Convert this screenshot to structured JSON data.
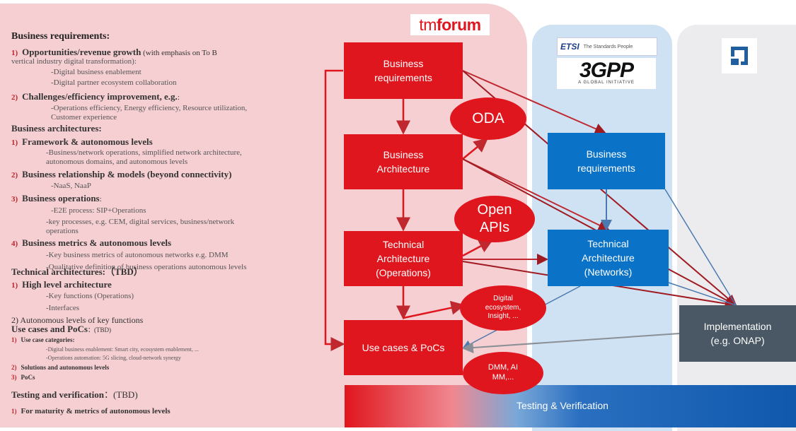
{
  "requirements": {
    "business_requirements": {
      "heading": "Business requirements:",
      "item1_num": "1)",
      "item1_title": "Opportunities/revenue growth",
      "item1_note": " (with emphasis on To B",
      "item1_cont": "vertical industry digital transformation):",
      "item1_sub1": "-Digital business enablement",
      "item1_sub2": "-Digital partner ecosystem collaboration",
      "item2_num": "2)",
      "item2_title": "Challenges/efficiency improvement, e.g.",
      "item2_colon": ":",
      "item2_sub1": "-Operations efficiency, Energy efficiency, Resource utilization,",
      "item2_sub2": "Customer experience"
    },
    "business_architectures": {
      "heading": "Business architectures:",
      "item1_num": "1)",
      "item1_title": "Framework & autonomous levels",
      "item1_sub1": "-Business/network operations, simplified network architecture,",
      "item1_sub2": "autonomous domains, and autonomous levels",
      "item2_num": "2)",
      "item2_title": "Business relationship & models (beyond connectivity)",
      "item2_sub1": "-NaaS, NaaP",
      "item3_num": "3)",
      "item3_title": "Business operations",
      "item3_colon": ":",
      "item3_sub1": "-E2E process: SIP+Operations",
      "item3_sub2": "-key processes, e.g. CEM, digital services, business/network",
      "item3_sub3": "operations",
      "item4_num": "4)",
      "item4_title": "Business metrics & autonomous levels",
      "item4_sub1": "-Key business metrics of autonomous networks e.g. DMM",
      "item4_sub2": "-Qualitative definition of business operations autonomous levels"
    },
    "technical_architectures": {
      "heading": "Technical architectures:（TBD）",
      "item1_num": "1)",
      "item1_title": "High level architecture",
      "item1_sub1": "-Key functions (Operations)",
      "item1_sub2": "-Interfaces",
      "item2": "2) Autonomous levels of key functions"
    },
    "use_cases": {
      "heading": "Use cases and PoCs",
      "heading_tbd": "：(TBD)",
      "item1_num": "1)",
      "item1_title": "Use case categories:",
      "item1_sub1": "-Digital business enablement: Smart city, ecosystem enablement, ...",
      "item1_sub2": "-Operations automation: 5G slicing, cloud-network synergy",
      "item2_num": "2)",
      "item2_title": "Solutions and autonomous levels",
      "item3_num": "3)",
      "item3_title": "PoCs"
    },
    "testing": {
      "heading": "Testing and verification",
      "heading_tbd": "：(TBD)",
      "item1_num": "1)",
      "item1_title": "For maturity & metrics of autonomous levels"
    }
  },
  "logos": {
    "tmforum_tm": "tm",
    "tmforum_forum": "forum",
    "etsi": "ETSI",
    "etsi_tagline": "The Standards People",
    "gpp": "3GPP",
    "gpp_tagline": "A GLOBAL INITIATIVE"
  },
  "diagram": {
    "red_boxes": {
      "business_requirements": "Business\nrequirements",
      "business_architecture": "Business\nArchitecture",
      "technical_architecture": "Technical\nArchitecture\n(Operations)",
      "use_cases": "Use cases & PoCs"
    },
    "blue_boxes": {
      "business_requirements": "Business\nrequirements",
      "technical_architecture": "Technical\nArchitecture\n(Networks)"
    },
    "implementation": "Implementation\n(e.g. ONAP)",
    "ellipses": {
      "oda": "ODA",
      "open_apis": "Open\nAPIs",
      "digital_ecosystem": "Digital\necosystem,\nInsight, ...",
      "dmm": "DMM, AI\nMM,..."
    },
    "testing_bar": "Testing & Verification"
  },
  "colors": {
    "tmforum_red": "#e0161e",
    "etsi_blue": "#0a72c7",
    "implementation_grey": "#4a5764",
    "pink_panel": "#f6cfd3",
    "blue_panel": "#cfe2f3",
    "grey_panel": "#ececef"
  },
  "icons": {
    "onap_logo": "onap-square-icon"
  }
}
